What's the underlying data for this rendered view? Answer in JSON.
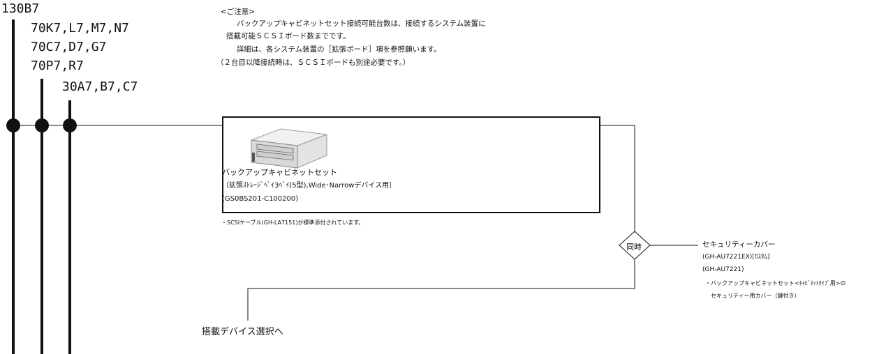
{
  "models": {
    "m130": "130B7",
    "m70a": "70K7,L7,M7,N7",
    "m70b": "70C7,D7,G7",
    "m70c": "70P7,R7",
    "m30": "30A7,B7,C7"
  },
  "notice": {
    "heading": "<ご注意>",
    "line1": "バックアップキャビネットセット接続可能台数は、接続するシステム装置に",
    "line2": "搭載可能ＳＣＳＩボード数までです。",
    "line3": "詳細は、各システム装置の［拡張ボード］項を参照願います。",
    "line4": "（２台目以降接続時は、ＳＣＳＩボードも別途必要です。）"
  },
  "product": {
    "name": "バックアップキャビネットセット",
    "spec": "〔拡張ｽﾄﾚｰｼﾞﾍﾞｲ3ﾍﾞｲ(5型),Wide･Narrowデバイス用〕",
    "part": "(GS0BS201-C100200)",
    "note": "・SCSIケーブル(GH-LA7151)が標準添付されています。"
  },
  "junction": {
    "label": "同時"
  },
  "option": {
    "name": "セキュリティーカバー",
    "part1": "(GH-AU7221EX)[ｶｽﾀﾑ]",
    "part2": "(GH-AU7221)",
    "desc1": "・バックアップキャビネットセット<ｷｬﾋﾞﾈｯﾄﾀｲﾌﾟ用>の",
    "desc2": "セキュリティー用カバー（鍵付き）"
  },
  "next": {
    "label": "搭載デバイス選択へ"
  },
  "icons": {
    "device": "cabinet-device-icon"
  }
}
